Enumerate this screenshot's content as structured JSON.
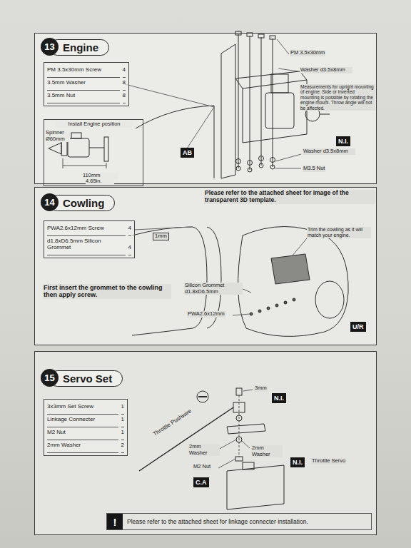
{
  "diagram": {
    "nodes": [
      {
        "text": [
          "Engine"
        ]
      },
      {
        "text": [
          "13"
        ],
        "in": 0
      },
      {
        "text": [
          "PM 3.5x30mm Screw",
          "4",
          "3.5mm Washer",
          "8",
          "3.5mm Nut",
          "8"
        ],
        "in": 0
      },
      {
        "text": [
          "Install Engine position",
          "Spinner Ø60mm",
          "110mm",
          "4.65in."
        ],
        "in": 0
      },
      {
        "text": [
          "AB"
        ],
        "in": 0
      },
      {
        "text": [
          "N.I."
        ],
        "in": 0
      },
      {
        "text": [
          "Cowling"
        ]
      },
      {
        "text": [
          "14"
        ],
        "in": 6
      },
      {
        "text": [
          "PWA2.6x12mm Screw",
          "4",
          "d1.8xD6.5mm Silicon Grommet",
          "4"
        ],
        "in": 6
      },
      {
        "text": [
          "U/R"
        ],
        "in": 6
      },
      {
        "text": [
          "Servo Set"
        ]
      },
      {
        "text": [
          "15"
        ],
        "in": 10
      },
      {
        "text": [
          "3x3mm Set Screw",
          "1",
          "Linkage Connecter",
          "1",
          "M2 Nut",
          "1",
          "2mm Washer",
          "2"
        ],
        "in": 10
      },
      {
        "text": [
          "N.I."
        ],
        "in": 10
      },
      {
        "text": [
          "N.I."
        ],
        "in": 10
      },
      {
        "text": [
          "C.A"
        ],
        "in": 10
      },
      {
        "text": [
          "!",
          "Please refer to the attached sheet for linkage connecter installation."
        ],
        "in": 10
      }
    ],
    "labels": [
      "PM 3.5x30mm",
      "Washer d3.5x8mm",
      "Measurements for upright mounting of engine. Side or inverted mounting is possible by rotating the engine mount. Throw angle will not be affected.",
      "Washer d3.5x8mm",
      "M3.5 Nut",
      "Please refer to the attached sheet for image of the transparent 3D template.",
      "1mm",
      "Trim the cowling as it will match your engine.",
      "Silicon Grommet d1.8xD6.5mm",
      "PWA2.6x12mm",
      "First insert the grommet to the cowling then apply screw.",
      "3mm",
      "Throttle Pushwire",
      "2mm Washer",
      "2mm Washer",
      "M2 Nut",
      "Throttle Servo"
    ]
  }
}
